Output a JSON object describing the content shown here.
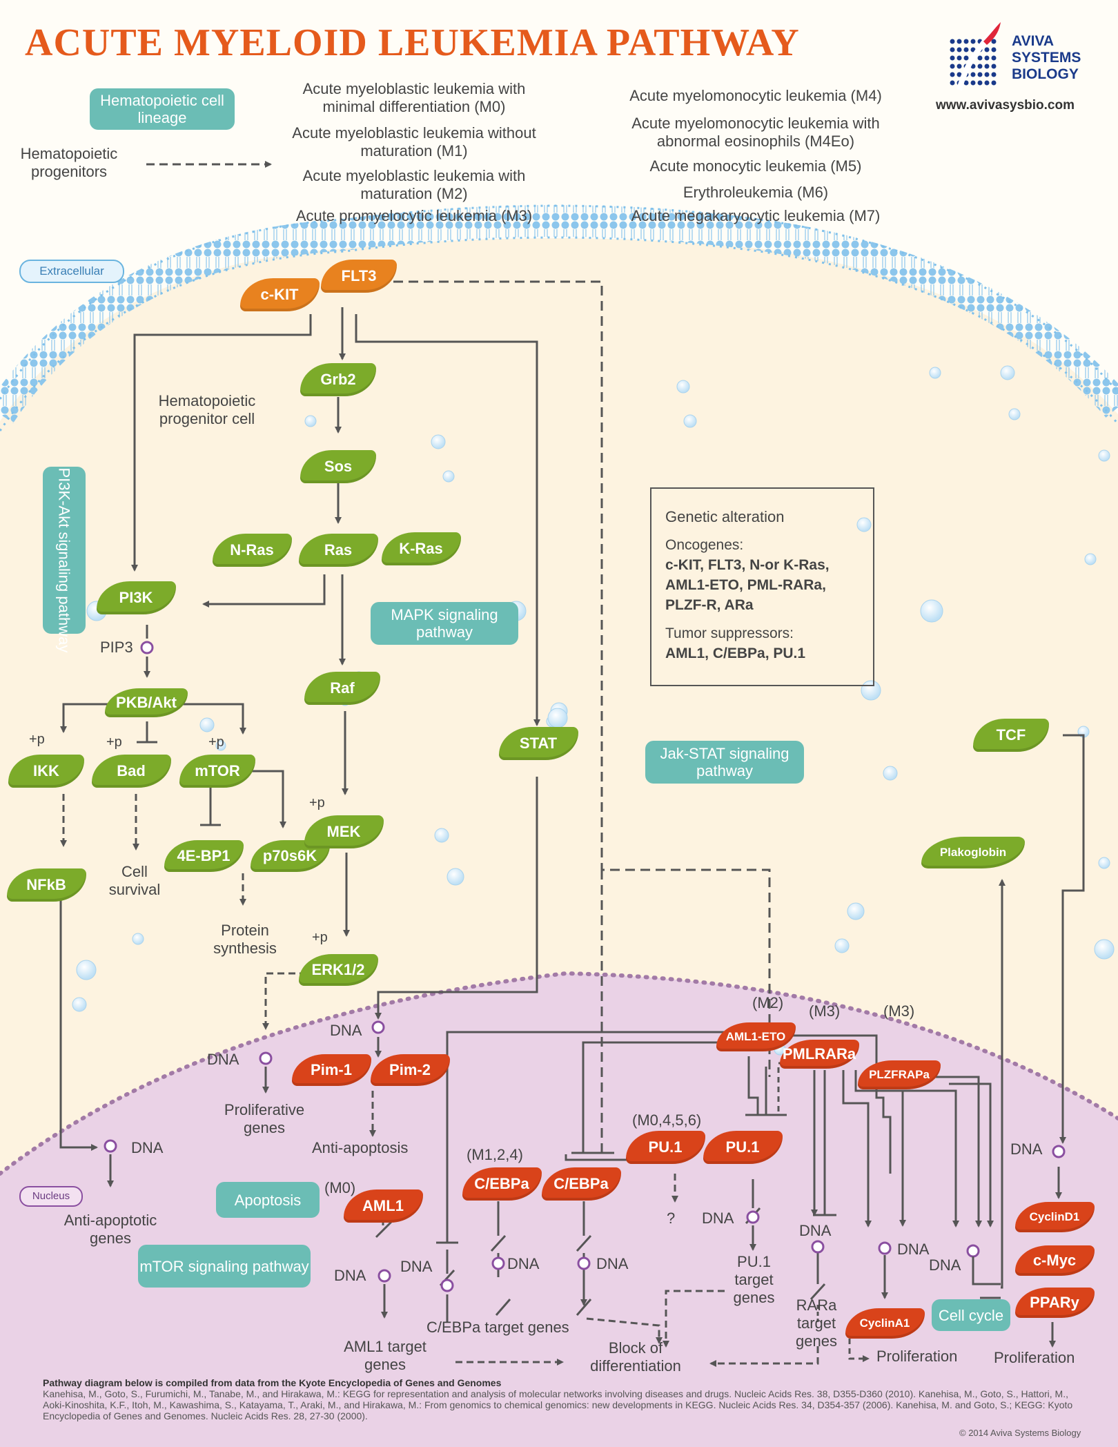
{
  "title": "ACUTE MYELOID LEUKEMIA PATHWAY",
  "logo": {
    "line1": "AVIVA",
    "line2": "SYSTEMS",
    "line3": "BIOLOGY",
    "url": "www.avivasysbio.com"
  },
  "legend": {
    "lineage_box": "Hematopoietic cell lineage",
    "progenitors": "Hematopoietic progenitors"
  },
  "subtypes_left": [
    "Acute myeloblastic leukemia with minimal differentiation (M0)",
    "Acute myeloblastic leukemia without maturation (M1)",
    "Acute myeloblastic leukemia with maturation (M2)",
    "Acute promyelocytic leukemia (M3)"
  ],
  "subtypes_right": [
    "Acute myelomonocytic leukemia (M4)",
    "Acute myelomonocytic leukemia with abnormal eosinophils (M4Eo)",
    "Acute monocytic leukemia (M5)",
    "Erythroleukemia (M6)",
    "Acute megakaryocytic leukemia (M7)"
  ],
  "regions": {
    "extracellular": "Extracellular",
    "nucleus": "Nucleus",
    "cell": "Hematopoietic progenitor cell"
  },
  "pathway_boxes": {
    "pi3k_akt": "PI3K-Akt signaling pathway",
    "mapk": "MAPK signaling pathway",
    "jak_stat": "Jak-STAT signaling pathway",
    "apoptosis": "Apoptosis",
    "mtor": "mTOR signaling pathway",
    "cell_cycle": "Cell cycle"
  },
  "nodes": {
    "ckit": "c-KIT",
    "flt3": "FLT3",
    "grb2": "Grb2",
    "sos": "Sos",
    "nras": "N-Ras",
    "ras": "Ras",
    "kras": "K-Ras",
    "pi3k": "PI3K",
    "pkb": "PKB/Akt",
    "ikk": "IKK",
    "bad": "Bad",
    "mtor": "mTOR",
    "eb41": "4E-BP1",
    "p70": "p70s6K",
    "nfkb": "NFkB",
    "raf": "Raf",
    "mek": "MEK",
    "erk": "ERK1/2",
    "stat": "STAT",
    "tcf": "TCF",
    "plako": "Plakoglobin",
    "pim1": "Pim-1",
    "pim2": "Pim-2",
    "aml1eto": "AML1-ETO",
    "pmlrara": "PMLRARa",
    "plzfrara": "PLZFRAPa",
    "pu1a": "PU.1",
    "pu1b": "PU.1",
    "cebpa1": "C/EBPa",
    "cebpa2": "C/EBPa",
    "aml1": "AML1",
    "cyclind1": "CyclinD1",
    "cmyc": "c-Myc",
    "ppar": "PPARy",
    "cyclina1": "CyclinA1"
  },
  "labels": {
    "pip3": "PIP3",
    "plus_p": "+p",
    "dna": "DNA",
    "cell_survival": "Cell survival",
    "protein_synthesis": "Protein synthesis",
    "proliferative_genes": "Proliferative genes",
    "anti_apoptosis": "Anti-apoptosis",
    "anti_apoptotic_genes": "Anti-apoptotic genes",
    "m2": "(M2)",
    "m3a": "(M3)",
    "m3b": "(M3)",
    "m0": "(M0)",
    "m124": "(M1,2,4)",
    "m0456": "(M0,4,5,6)",
    "question": "?",
    "pu1_targets": "PU.1 target genes",
    "rara_targets": "RARa target genes",
    "cebpa_targets": "C/EBPa target genes",
    "aml1_targets": "AML1 target genes",
    "block": "Block of differentiation",
    "proliferation": "Proliferation"
  },
  "genetic_box": {
    "heading": "Genetic alteration",
    "oncogenes_label": "Oncogenes:",
    "oncogenes": "c-KIT, FLT3, N-or K-Ras, AML1-ETO, PML-RARa, PLZF-R, ARa",
    "suppressors_label": "Tumor suppressors:",
    "suppressors": "AML1, C/EBPa, PU.1"
  },
  "references": {
    "heading": "Pathway diagram below is compiled from data from the Kyote Encyclopedia of Genes and Genomes",
    "text": "Kanehisa, M., Goto, S., Furumichi, M., Tanabe, M., and Hirakawa, M.: KEGG for representation and analysis of molecular networks involving diseases and drugs. Nucleic Acids Res. 38, D355-D360 (2010). Kanehisa, M., Goto, S., Hattori, M., Aoki-Kinoshita, K.F., Itoh, M., Kawashima, S., Katayama, T., Araki, M., and Hirakawa, M.: From genomics to chemical genomics: new developments in KEGG. Nucleic Acids Res. 34, D354-357 (2006). Kanehisa, M. and Goto, S.; KEGG: Kyoto Encyclopedia of Genes and Genomes. Nucleic Acids Res. 28, 27-30 (2000)."
  },
  "copyright": "© 2014 Aviva Systems Biology",
  "colors": {
    "green": "#7cab2a",
    "orange": "#e8821f",
    "red": "#d9431a",
    "teal": "#6bbdb5",
    "membrane": "#b9ddf3",
    "nucleus": "#ead2e6",
    "cytoplasm": "#fdf3e0"
  }
}
